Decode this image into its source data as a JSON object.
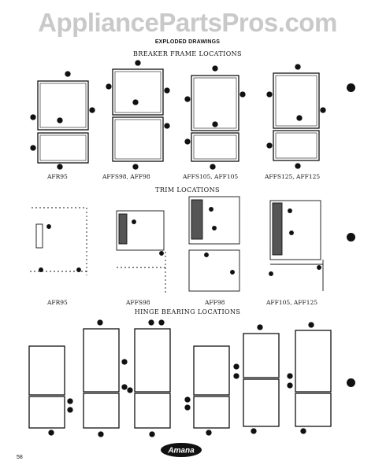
{
  "watermark": "AppliancePartsPros.com",
  "header": {
    "doc_title": "EXPLODED DRAWINGS",
    "breaker_title": "BREAKER FRAME LOCATIONS",
    "trim_title": "TRIM LOCATIONS",
    "hinge_title": "HINGE BEARING LOCATIONS"
  },
  "breaker_captions": [
    "AFR95",
    "AFFS98, AFF98",
    "AFFS105, AFF105",
    "AFFS125, AFF125"
  ],
  "trim_captions": [
    "AFR95",
    "AFFS98",
    "AFF98",
    "AFF105, AFF125"
  ],
  "footer": {
    "page_number": "58",
    "logo_text": "Amana"
  }
}
